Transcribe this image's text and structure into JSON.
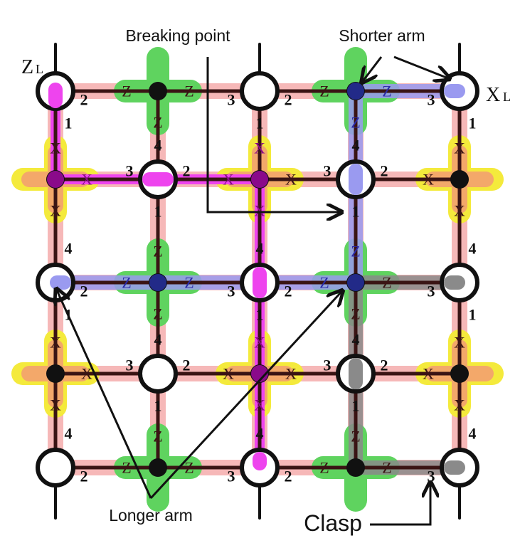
{
  "labels": {
    "breaking_point": "Breaking point",
    "shorter_arm": "Shorter arm",
    "longer_arm": "Longer arm",
    "clasp": "Clasp",
    "z_logical": "Z",
    "z_logical_sub": "L",
    "x_logical": "X",
    "x_logical_sub": "L"
  },
  "colors": {
    "edge_pink": "#f6b8b8",
    "z_plaquette_green": "#5fd35f",
    "x_star_yellow": "#f4ea3c",
    "x_star_orange": "#f3a86a",
    "zl_magenta": "#ee44ee",
    "xl_blue": "#9a9af0",
    "clasp_gray": "#8a8a8a"
  },
  "operator_letters": {
    "z": "Z",
    "x": "X"
  },
  "edge_numbers": [
    "1",
    "2",
    "3",
    "4"
  ]
}
